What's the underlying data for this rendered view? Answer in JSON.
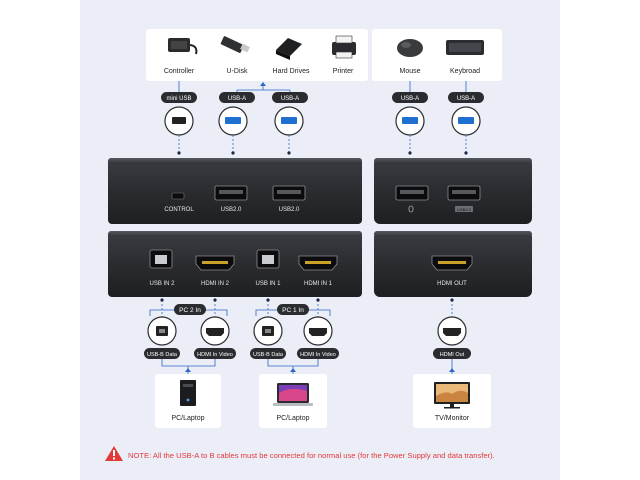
{
  "devices_top": [
    {
      "label": "Controller",
      "icon": "controller-icon"
    },
    {
      "label": "U-Disk",
      "icon": "usb-drive-icon"
    },
    {
      "label": "Hard Drives",
      "icon": "hard-drive-icon"
    },
    {
      "label": "Printer",
      "icon": "printer-icon"
    },
    {
      "label": "Mouse",
      "icon": "mouse-icon"
    },
    {
      "label": "Keybroad",
      "icon": "keyboard-icon"
    }
  ],
  "top_cable_labels": [
    "mini USB",
    "USB-A",
    "USB-A",
    "USB-A",
    "USB-A"
  ],
  "box1_port_labels": [
    "CONTROL",
    "USB2.0",
    "USB2.0"
  ],
  "box3_badge": "USB2.0",
  "box2_port_labels": [
    "USB IN 2",
    "HDMI IN 2",
    "USB IN 1",
    "HDMI IN 1"
  ],
  "box4_port_labels": [
    "HDMI OUT"
  ],
  "pc_group_labels": [
    "PC 2 In",
    "PC 1 In"
  ],
  "bottom_cable_labels": [
    "USB-B Data",
    "HDMI In Video",
    "USB-B Data",
    "HDMI In Video",
    "HDMI Out"
  ],
  "devices_bottom": [
    {
      "label": "PC/Laptop",
      "icon": "pc-tower-icon"
    },
    {
      "label": "PC/Laptop",
      "icon": "laptop-icon"
    },
    {
      "label": "TV/Monitor",
      "icon": "monitor-icon"
    }
  ],
  "note": "NOTE: All the USB-A to B cables must be connected for normal use (for the Power Supply and data transfer).",
  "colors": {
    "background": "#eeeff8",
    "box": "#2a2d31",
    "accent_blue": "#2f6fe0",
    "usb_blue": "#1f6fd1",
    "warning_red": "#e23a3a",
    "arrow_blue": "#2b66c8"
  }
}
